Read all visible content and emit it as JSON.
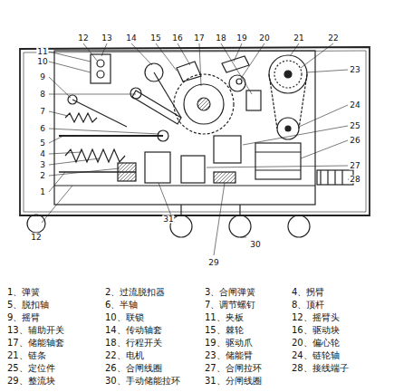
{
  "diagram": {
    "labels": [
      "12",
      "13",
      "14",
      "15",
      "16",
      "17",
      "18",
      "19",
      "20",
      "21",
      "22",
      "11",
      "10",
      "9",
      "8",
      "7",
      "6",
      "5",
      "4",
      "3",
      "2",
      "1",
      "23",
      "24",
      "25",
      "26",
      "27",
      "28",
      "12",
      "31",
      "30",
      "29",
      "1、弹簧",
      "2、过流脱扣器",
      "3、合闸弹簧",
      "4、拐臂",
      "5、脱扣轴",
      "6、半轴",
      "7、调节螺钉",
      "8、顶杆",
      "9、摇臂",
      "10、联锁",
      "11、夹板",
      "12、摇臂头",
      "13、辅助开关",
      "14、传动轴套",
      "15、棘轮",
      "16、驱动块",
      "17、储能轴套",
      "18、行程开关",
      "19、驱动爪",
      "20、偏心轮",
      "21、链条",
      "22、电机",
      "23、储能臂",
      "24、链轮轴",
      "25、定位件",
      "26、合闸线圈",
      "27、合闸拉环",
      "28、接线端子",
      "29、整流块",
      "30、手动储能拉环",
      "31、分闸线圈"
    ]
  }
}
